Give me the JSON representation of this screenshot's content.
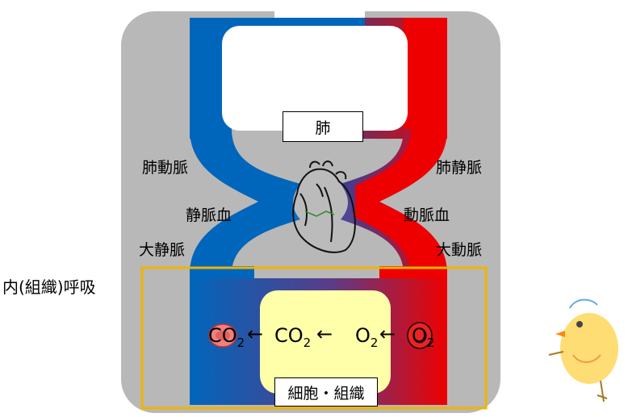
{
  "labels": {
    "lung": "肺",
    "pulmonary_artery": "肺動脈",
    "pulmonary_vein": "肺静脈",
    "venous_blood": "静脈血",
    "arterial_blood": "動脈血",
    "vena_cava": "大静脈",
    "aorta": "大動脈",
    "internal_respiration": "内(組織)呼吸",
    "cells_tissue": "細胞・組織"
  },
  "formulas": {
    "co2_symbol": "CO",
    "o2_symbol": "O",
    "subscript": "2",
    "arrow": "←"
  },
  "colors": {
    "venous_blue": "#0066bb",
    "arterial_red": "#ee0000",
    "background_gray": "#b8b8b8",
    "highlight_border": "#f0b400",
    "cell_yellow": "#ffffaa",
    "rbc_pink": "#f08080"
  }
}
